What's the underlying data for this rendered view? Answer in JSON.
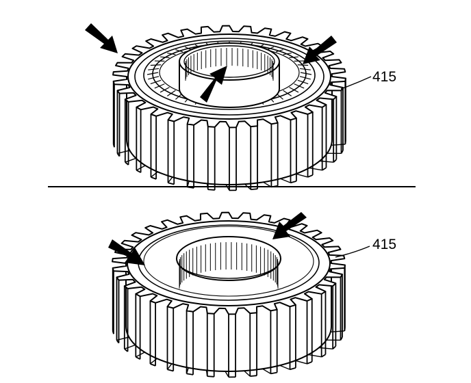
{
  "figure": {
    "top_gear": {
      "callout": "415",
      "arrows": 3
    },
    "bottom_gear": {
      "callout": "415",
      "arrows": 2
    }
  },
  "colors": {
    "ink": "#000000",
    "paper": "#ffffff"
  }
}
